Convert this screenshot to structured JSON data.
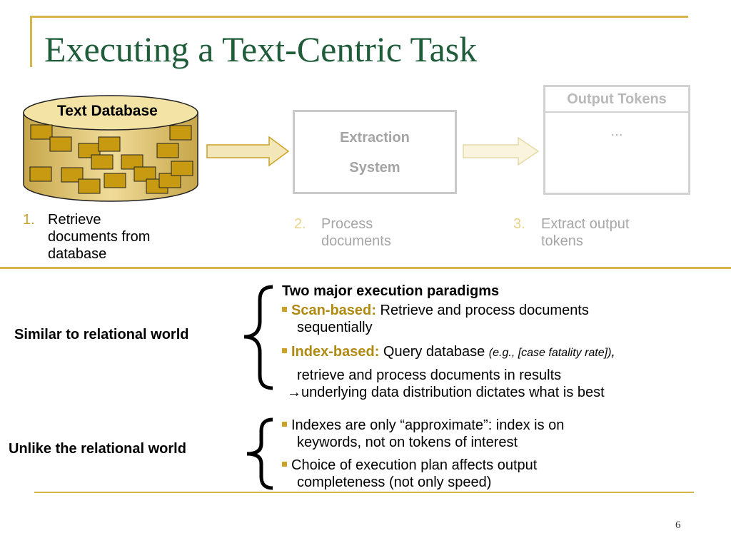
{
  "title": "Executing a Text-Centric Task",
  "page_number": "6",
  "colors": {
    "title": "#1f5c3a",
    "accent": "#d4b64a",
    "bullet": "#c9a227",
    "highlight": "#b08a10",
    "disabled": "#a6a6a6"
  },
  "diagram": {
    "database": {
      "label": "Text Database"
    },
    "extraction": {
      "line1": "Extraction",
      "line2": "System"
    },
    "output": {
      "header": "Output Tokens",
      "placeholder": "…"
    },
    "steps": [
      {
        "num": "1.",
        "line1": "Retrieve",
        "line2": "documents from",
        "line3": "database"
      },
      {
        "num": "2.",
        "line1": "Process",
        "line2": "documents"
      },
      {
        "num": "3.",
        "line1": "Extract output",
        "line2": "tokens"
      }
    ]
  },
  "section1": {
    "label": "Similar to relational world",
    "heading": "Two major execution paradigms",
    "scan_label": "Scan-based:",
    "scan_text": " Retrieve and process documents",
    "scan_text2": "sequentially",
    "index_label": "Index-based:",
    "index_text": " Query database ",
    "index_example": "(e.g., [case fatality rate])",
    "index_comma": ",",
    "index_text2": "retrieve and process documents in results",
    "arrow_line": "→underlying data distribution dictates what is best"
  },
  "section2": {
    "label": "Unlike the relational world",
    "b1_line1": "Indexes are only “approximate”: index is on",
    "b1_line2": "keywords, not on tokens of interest",
    "b2_line1": "Choice of execution plan affects output",
    "b2_line2": "completeness (not only speed)"
  }
}
